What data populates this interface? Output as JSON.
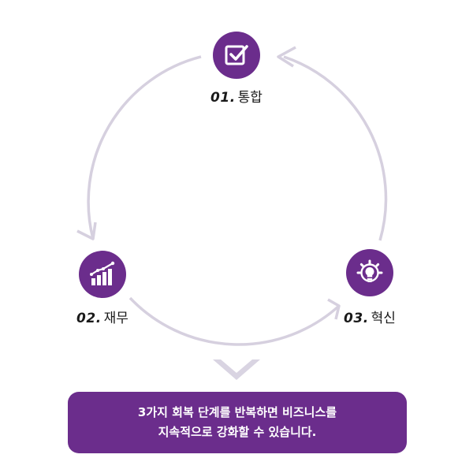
{
  "colors": {
    "accent": "#6b2d8c",
    "ring": "#d6d0df",
    "banner": "#6b2d8c",
    "text": "#1a1a1a"
  },
  "steps": [
    {
      "number": "01.",
      "name": "통합",
      "icon": "checkbox-icon"
    },
    {
      "number": "02.",
      "name": "재무",
      "icon": "growth-chart-icon"
    },
    {
      "number": "03.",
      "name": "혁신",
      "icon": "lightbulb-gear-icon"
    }
  ],
  "summary": {
    "line1": "3가지 회복 단계를 반복하면 비즈니스를",
    "line2": "지속적으로 강화할 수 있습니다."
  }
}
